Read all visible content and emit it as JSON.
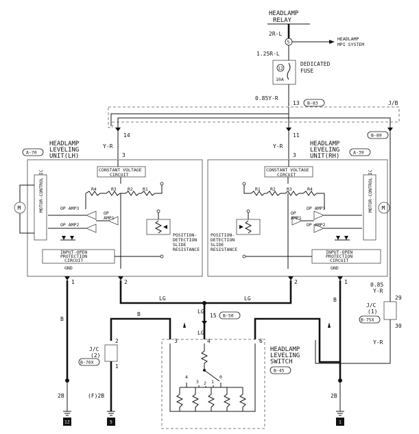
{
  "relay": {
    "line1": "HEADLAMP",
    "line2": "RELAY"
  },
  "wires": {
    "w_2rl": "2R-L",
    "w_125rl": "1.25R-L",
    "w_085yr": "0.85Y-R",
    "w_yr_lh": "Y-R",
    "w_yr_rh": "Y-R",
    "w_lg_left": "LG",
    "w_lg_right": "LG",
    "w_lg_mid": "LG",
    "w_lg_low": "LG",
    "w_b_top": "B",
    "w_b_left": "B",
    "w_b_right": "B",
    "w_085_a": "0.85",
    "w_085_b": "Y-R",
    "w_yr_low": "Y-R",
    "w_2b_left": "2B",
    "w_f2b": "(F)2B",
    "w_2b_right": "2B"
  },
  "connectors": {
    "c5": "5",
    "c13": "13",
    "c11": "11",
    "c14": "14",
    "c3_lh": "3",
    "c3_rh": "3",
    "c1_lh": "1",
    "c1_rh": "1",
    "c2_lh": "2",
    "c2_rh": "2",
    "c15": "15",
    "c29": "29",
    "c30": "30",
    "jc2_top": "2",
    "jc2_bot": "1",
    "sw3": "3",
    "sw4": "4",
    "sw6": "6",
    "gnd_lh": "GND",
    "gnd_rh": "GND"
  },
  "refs": {
    "b83": "B-83",
    "b89": "B-89",
    "a70": "A-70",
    "a39": "A-39",
    "b50": "B-50",
    "b76x_left": "B-76X",
    "b75x": "B-75X",
    "b45": "B-45"
  },
  "labels": {
    "headlamp_mpi_1": "HEADLAMP",
    "headlamp_mpi_2": "MPI SYSTEM",
    "fuse_line1": "DEDICATED",
    "fuse_line2": "FUSE",
    "fuse_no": "12",
    "fuse_amp": "10A",
    "jb": "J/B",
    "lh_unit_1": "HEADLAMP",
    "lh_unit_2": "LEVELING",
    "lh_unit_3": "UNIT(LH)",
    "rh_unit_1": "HEADLAMP",
    "rh_unit_2": "LEVELING",
    "rh_unit_3": "UNIT(RH)",
    "cv_1": "CONSTANT VOLTAGE",
    "cv_2": "CIRCUIT",
    "cv_rh_1": "CONSTANT VOLTAGE",
    "cv_rh_2": "CIRCUIT",
    "motor_ic_lh": "MOTOR-CONTROL IC",
    "motor_ic_rh": "MOTOR-CONTROL IC",
    "r4_lh": "R4",
    "r3_lh": "R3",
    "r2_lh": "R2",
    "r1_lh": "R1",
    "r1_rh": "R1",
    "r2_rh": "R2",
    "r3_rh": "R3",
    "r4_rh": "R4",
    "op3_lh": "OP AMP3",
    "op1_lh_a": "OP",
    "op1_lh_b": "AMP1",
    "op2_lh": "OP AMP2",
    "op3_rh": "OP AMP3",
    "op1_rh_a": "OP",
    "op1_rh_b": "AMP1",
    "op2_rh": "OP AMP2",
    "pos_lh_1": "POSITION-",
    "pos_lh_2": "DETECTION",
    "pos_lh_3": "SLIDE",
    "pos_lh_4": "RESISTANCE",
    "pos_rh_1": "POSITION-",
    "pos_rh_2": "DETECTION",
    "pos_rh_3": "SLIDE",
    "pos_rh_4": "RESISTANCE",
    "iop_lh_1": "INPUT-OPEN",
    "iop_lh_2": "PROTECTION",
    "iop_lh_3": "CIRCUIT",
    "iop_rh_1": "INPUT-OPEN",
    "iop_rh_2": "PROTECTION",
    "iop_rh_3": "CIRCUIT",
    "jc1_a": "J/C",
    "jc1_b": "(1)",
    "jc2_a": "J/C",
    "jc2_b": "(2)",
    "sw_1": "HEADLAMP",
    "sw_2": "LEVELING",
    "sw_3": "SWITCH",
    "pos_4": "4",
    "pos_3": "3",
    "pos_2": "2",
    "pos_1": "1",
    "pos_0": "0",
    "motor_lh": "M",
    "motor_rh": "M"
  },
  "grounds": {
    "g12": "12",
    "g5": "5",
    "g1": "1"
  }
}
